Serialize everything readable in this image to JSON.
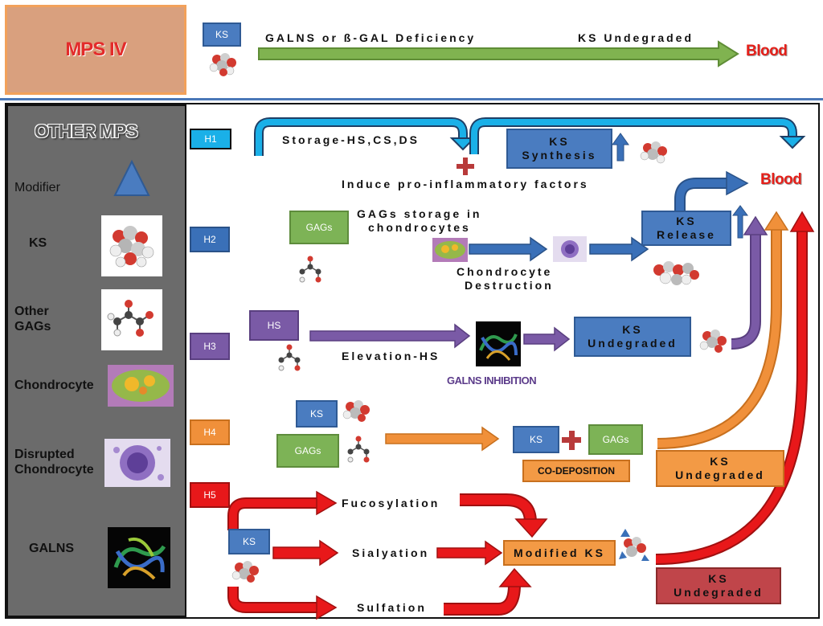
{
  "mps4": {
    "title": "MPS IV",
    "ks_label": "KS",
    "arrow_text_1": "GALNS or ß-GAL Deficiency",
    "arrow_text_2": "KS Undegraded",
    "blood": "Blood"
  },
  "legend": {
    "title": "OTHER MPS",
    "modifier": "Modifier",
    "ks": "KS",
    "other_gags_1": "Other",
    "other_gags_2": "GAGs",
    "chondrocyte": "Chondrocyte",
    "disrupted_1": "Disrupted",
    "disrupted_2": "Chondrocyte",
    "galns": "GALNS"
  },
  "hypotheses": [
    "H1",
    "H2",
    "H3",
    "H4",
    "H5"
  ],
  "h1": {
    "storage": "Storage-HS,CS,DS",
    "ks_synthesis_1": "KS",
    "ks_synthesis_2": "Synthesis",
    "induce": "Induce pro-inflammatory factors",
    "blood": "Blood"
  },
  "h2": {
    "gags": "GAGs",
    "storage_1": "GAGs storage in",
    "storage_2": "chondrocytes",
    "destruction_1": "Chondrocyte",
    "destruction_2": "Destruction",
    "release_1": "KS",
    "release_2": "Release"
  },
  "h3": {
    "hs": "HS",
    "elevation": "Elevation-HS",
    "inhibition": "GALNS INHIBITION",
    "undegraded_1": "KS",
    "undegraded_2": "Undegraded"
  },
  "h4": {
    "ks": "KS",
    "gags": "GAGs",
    "ks2": "KS",
    "gags2": "GAGs",
    "codeposition": "CO-DEPOSITION",
    "undegraded_1": "KS",
    "undegraded_2": "Undegraded"
  },
  "h5": {
    "ks": "KS",
    "fucosylation": "Fucosylation",
    "sialyation": "Sialyation",
    "sulfation": "Sulfation",
    "modified": "Modified KS",
    "undegraded_1": "KS",
    "undegraded_2": "Undegraded"
  },
  "colors": {
    "h1": "#1ab0e8",
    "h2": "#3a70b8",
    "h3": "#7a5aa6",
    "h4": "#f0903a",
    "h5": "#e8181a",
    "mps4_arrow": "#7fb34f"
  }
}
